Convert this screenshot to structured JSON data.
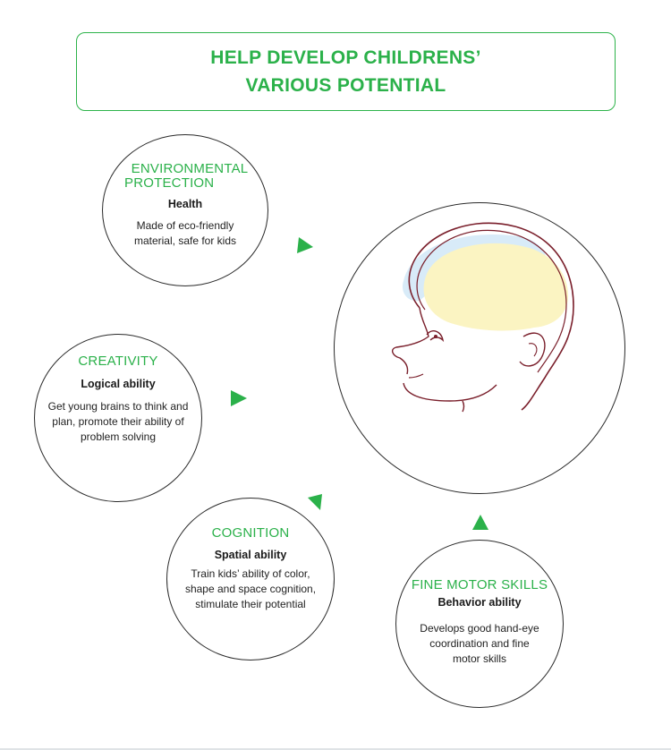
{
  "title": {
    "line1": "HELP DEVELOP CHILDRENS’",
    "line2": "VARIOUS POTENTIAL"
  },
  "bubbles": {
    "environment": {
      "heading_line1": "ENVIRONMENTAL",
      "heading_line2": "PROTECTION",
      "subtitle": "Health",
      "desc_line1": "Made of eco-friendly",
      "desc_line2": "material, safe for kids"
    },
    "creativity": {
      "heading": "CREATIVITY",
      "subtitle": "Logical ability",
      "desc_line1": "Get young brains to think and",
      "desc_line2": "plan, promote their ability of",
      "desc_line3": "problem solving"
    },
    "cognition": {
      "heading": "COGNITION",
      "subtitle": "Spatial ability",
      "desc_line1": "Train kids’ ability of color,",
      "desc_line2": "shape and space cognition,",
      "desc_line3": "stimulate their potential"
    },
    "fine_motor": {
      "heading": "FINE MOTOR SKILLS",
      "subtitle": "Behavior ability",
      "desc_line1": "Develops good hand-eye",
      "desc_line2": "coordination and fine",
      "desc_line3": "motor skills"
    }
  },
  "colors": {
    "accent_green": "#2bb14a",
    "head_outline": "#7a1f2b",
    "brain_yellow": "#fbf4c2",
    "brain_blue": "#d8ebf8"
  }
}
